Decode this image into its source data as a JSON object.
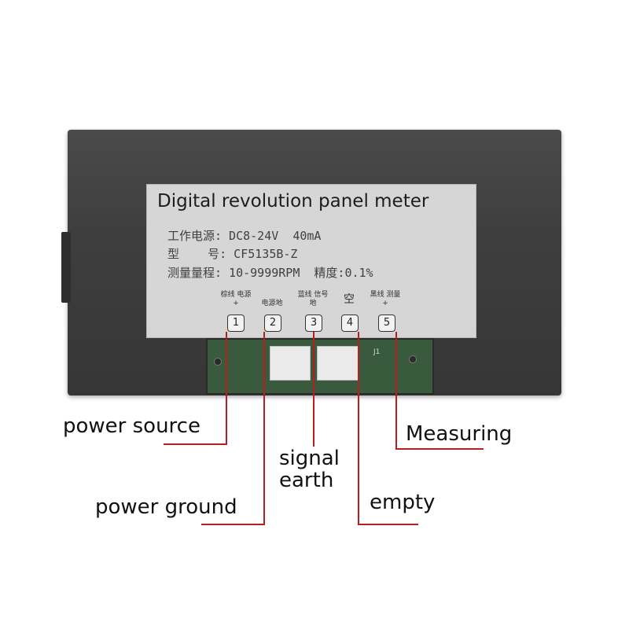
{
  "sticker": {
    "title": "Digital revolution panel meter",
    "specs": [
      "工作电源: DC8-24V  40mA",
      "型    号: CF5135B-Z",
      "测量量程: 10-9999RPM  精度:0.1%"
    ]
  },
  "terminals": [
    {
      "tag": "棕线 电源+",
      "number": "1"
    },
    {
      "tag": "电源地",
      "number": "2"
    },
    {
      "tag": "蓝线 信号地",
      "number": "3"
    },
    {
      "tag": "空",
      "number": "4"
    },
    {
      "tag": "黑线 测量+",
      "number": "5"
    }
  ],
  "pcb_marking": "J1",
  "callouts": {
    "power_source": "power source",
    "power_ground": "power ground",
    "signal_earth": "signal earth",
    "empty": "empty",
    "measuring": "Measuring"
  },
  "colors": {
    "callout_line": "#b81e1e",
    "housing": "#3e3e3e",
    "sticker": "#d6d6d6"
  }
}
